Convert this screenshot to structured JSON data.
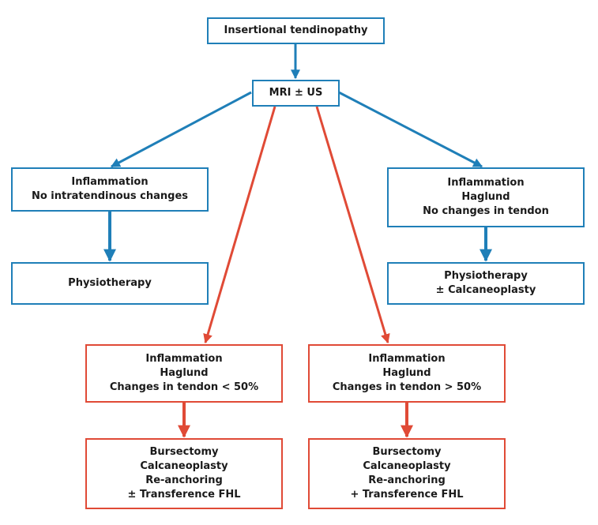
{
  "colors": {
    "blue": "#1f7fb8",
    "red": "#e04a36"
  },
  "nodes": {
    "root": {
      "lines": [
        "Insertional tendinopathy"
      ]
    },
    "imaging": {
      "lines": [
        "MRI ± US"
      ]
    },
    "left_dx": {
      "lines": [
        "Inflammation",
        "No intratendinous changes"
      ]
    },
    "left_tx": {
      "lines": [
        "Physiotherapy"
      ]
    },
    "right_dx": {
      "lines": [
        "Inflammation",
        "Haglund",
        "No changes in tendon"
      ]
    },
    "right_tx": {
      "lines": [
        "Physiotherapy",
        "± Calcaneoplasty"
      ]
    },
    "midleft_dx": {
      "lines": [
        "Inflammation",
        "Haglund",
        "Changes in tendon < 50%"
      ]
    },
    "midleft_tx": {
      "lines": [
        "Bursectomy",
        "Calcaneoplasty",
        "Re-anchoring",
        "± Transference FHL"
      ]
    },
    "midright_dx": {
      "lines": [
        "Inflammation",
        "Haglund",
        "Changes in tendon > 50%"
      ]
    },
    "midright_tx": {
      "lines": [
        "Bursectomy",
        "Calcaneoplasty",
        "Re-anchoring",
        "+ Transference FHL"
      ]
    }
  }
}
